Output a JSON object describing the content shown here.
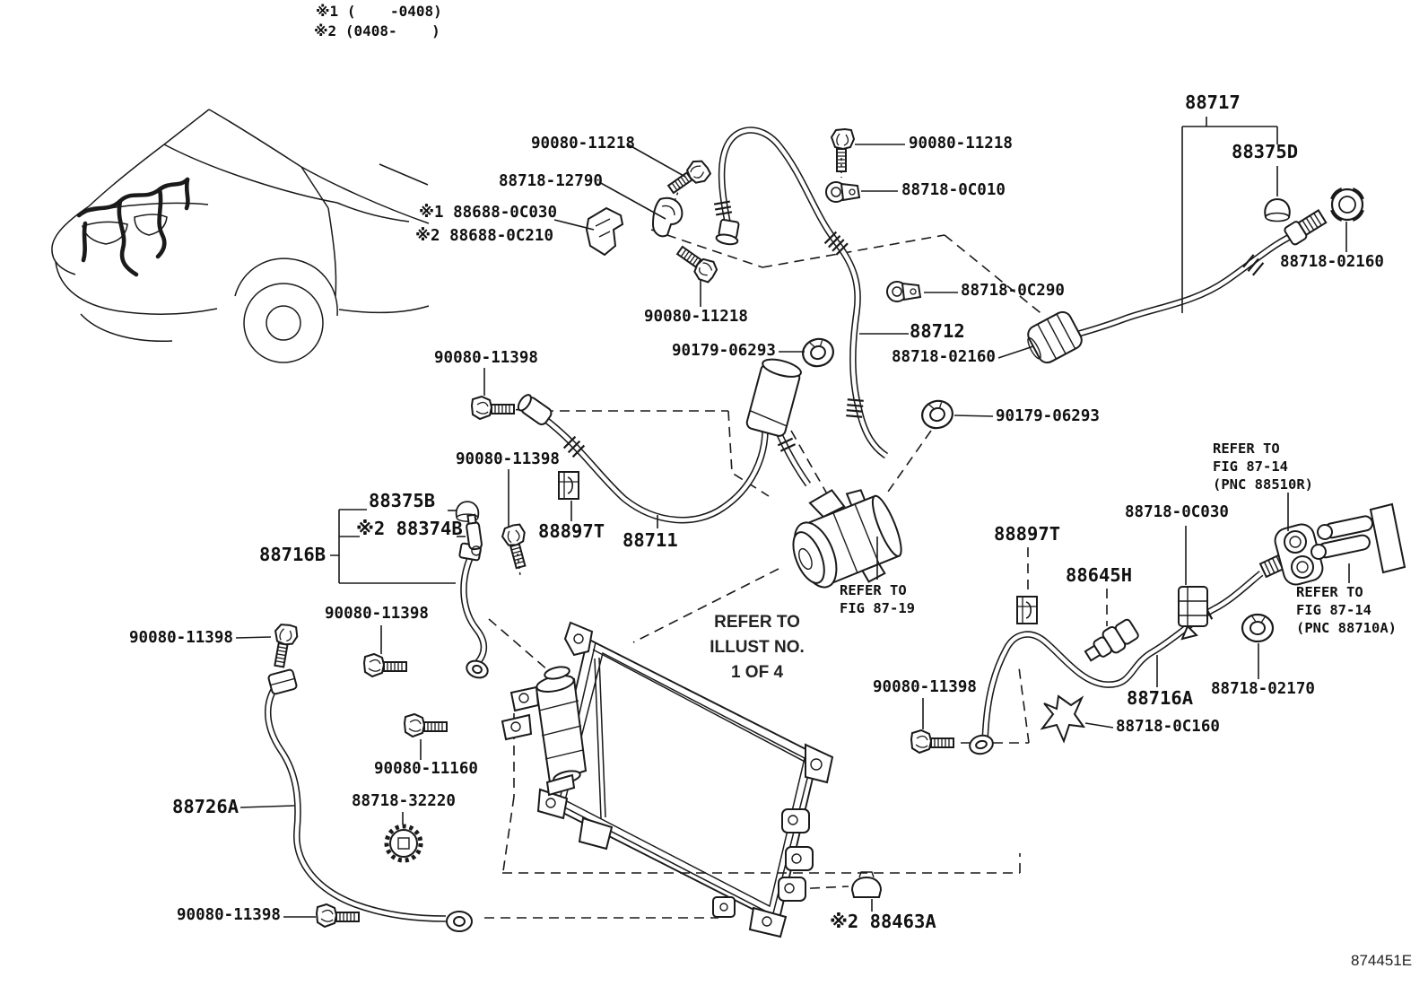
{
  "notes": {
    "note1": "※1 (    -0408)",
    "note2": "※2 (0408-    )"
  },
  "drawing_code": "874451E",
  "labels": {
    "p88717": "88717",
    "p88375D": "88375D",
    "p88375B": "88375B",
    "p88374B": "※2 88374B",
    "p88716B": "88716B",
    "p88716A": "88716A",
    "p88711": "88711",
    "p88712": "88712",
    "p88726A": "88726A",
    "p88897T": "88897T",
    "p88645H": "88645H",
    "p88463A": "※2 88463A",
    "p90080_11218": "90080-11218",
    "p90080_11398": "90080-11398",
    "p90080_11160": "90080-11160",
    "p90179_06293": "90179-06293",
    "p88718_12790": "88718-12790",
    "p88688_0C030": "※1 88688-0C030",
    "p88688_0C210": "※2 88688-0C210",
    "p88718_0C010": "88718-0C010",
    "p88718_0C290": "88718-0C290",
    "p88718_0C030": "88718-0C030",
    "p88718_0C160": "88718-0C160",
    "p88718_02160": "88718-02160",
    "p88718_02170": "88718-02170",
    "p88718_32220": "88718-32220"
  },
  "references": {
    "fig_87_19": "REFER TO\nFIG 87-19",
    "fig_87_14_pnc_88510r": "REFER TO\nFIG 87-14\n(PNC 88510R)",
    "fig_87_14_pnc_88710a": "REFER TO\nFIG 87-14\n(PNC 88710A)",
    "illust_no_1_of_4": "REFER TO\nILLUST NO.\n1 OF 4"
  }
}
